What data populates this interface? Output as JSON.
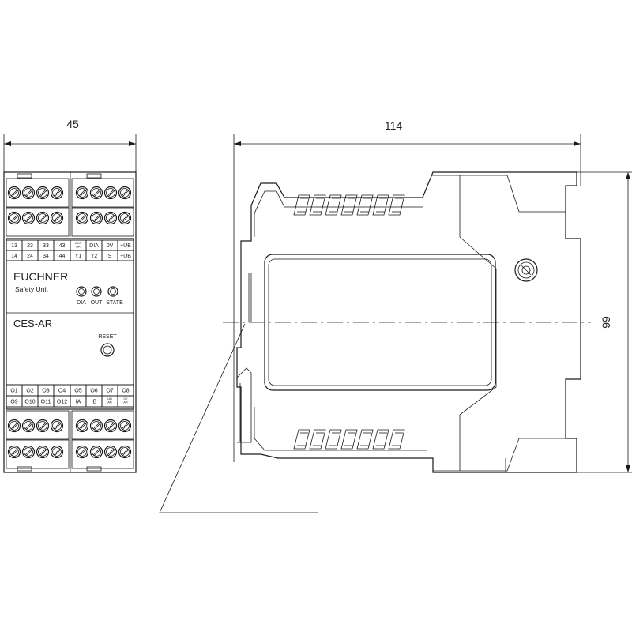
{
  "dimensions": {
    "front_width": "45",
    "side_depth": "114",
    "side_height": "99"
  },
  "front": {
    "brand": "EUCHNER",
    "subtitle": "Safety Unit",
    "model": "CES-AR",
    "led_labels": [
      "DIA",
      "OUT",
      "STATE"
    ],
    "reset_label": "RESET",
    "top_rows": [
      [
        "13",
        "23",
        "33",
        "43",
        "OUT\nAR",
        "DIA",
        "0V",
        "+UB"
      ],
      [
        "14",
        "24",
        "34",
        "44",
        "Y1",
        "Y2",
        "S",
        "+UB"
      ]
    ],
    "bottom_rows": [
      [
        "O1",
        "O2",
        "O3",
        "O4",
        "O5",
        "O6",
        "O7",
        "O8"
      ],
      [
        "O9",
        "O10",
        "O11",
        "O12",
        "IA",
        "IB",
        "UB\nAR",
        "0V\nAR"
      ]
    ]
  }
}
